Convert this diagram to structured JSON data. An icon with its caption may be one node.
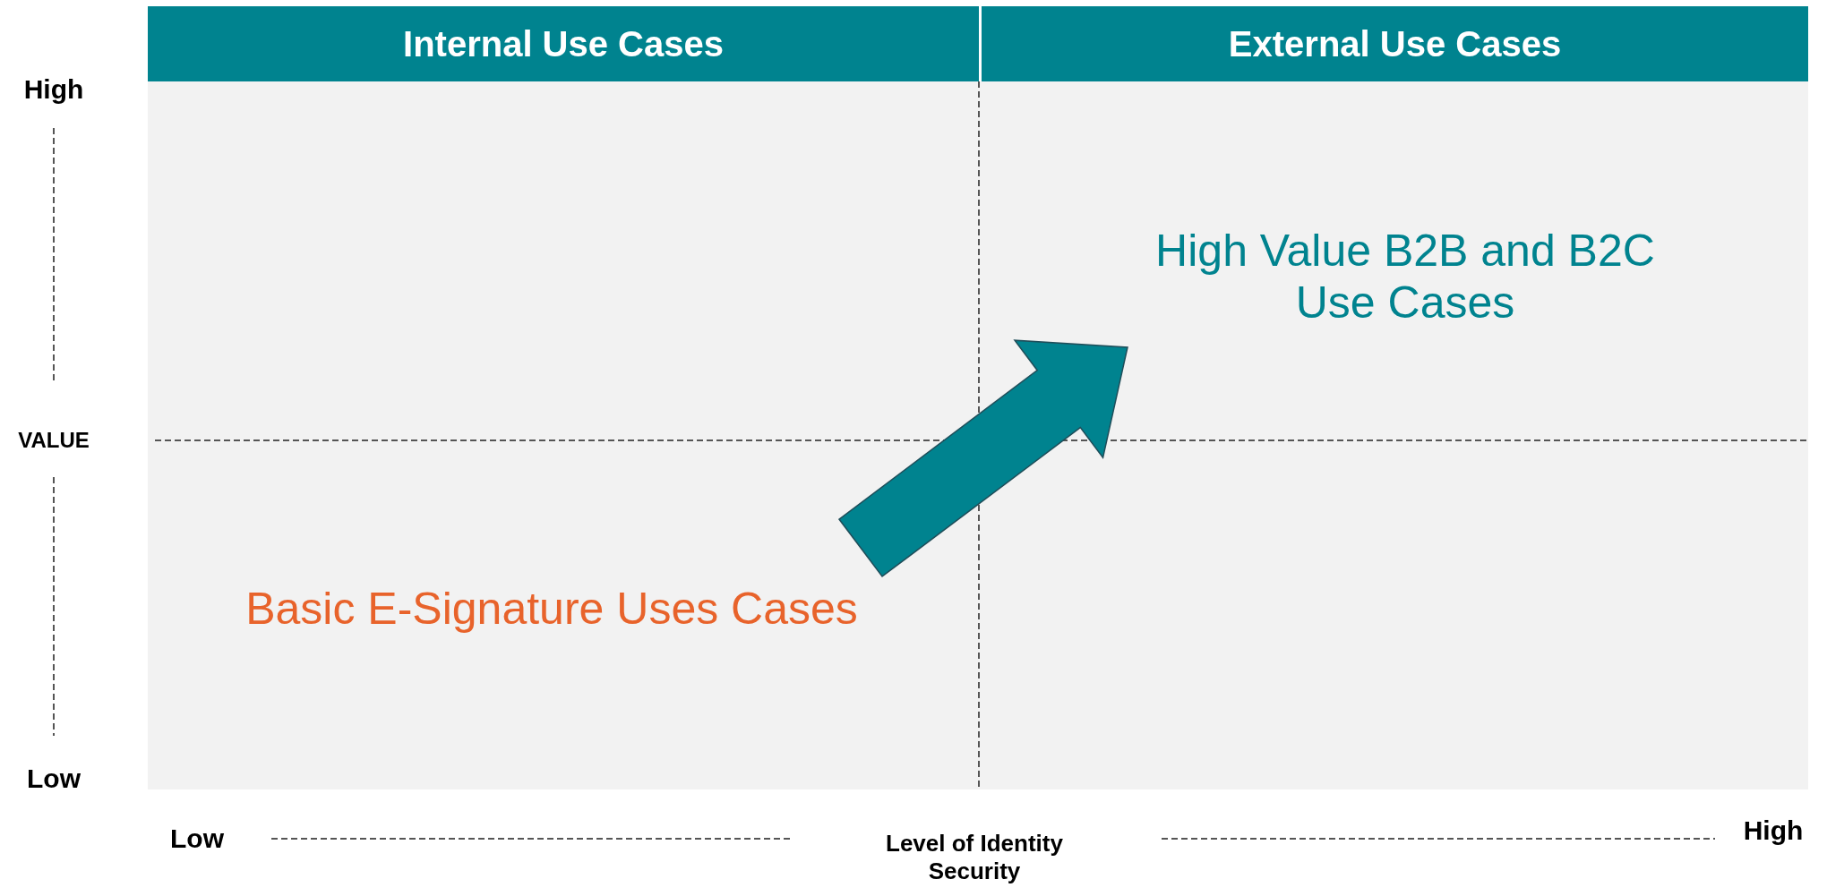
{
  "diagram": {
    "nodes": [
      {
        "text": [
          "Internal Use Cases"
        ]
      },
      {
        "text": [
          "External Use Cases"
        ]
      },
      {
        "text": [
          "Basic E-Signature Uses Cases"
        ]
      },
      {
        "text": [
          "High Value B2B and B2C Use Cases"
        ]
      }
    ],
    "edges": [
      {
        "from": 2,
        "to": 3,
        "arrow": "to",
        "style": "thick",
        "color": "#00838f"
      }
    ],
    "labels": [
      "High",
      "VALUE",
      "Low",
      "Low",
      "Level of Identity Security",
      "High"
    ]
  }
}
